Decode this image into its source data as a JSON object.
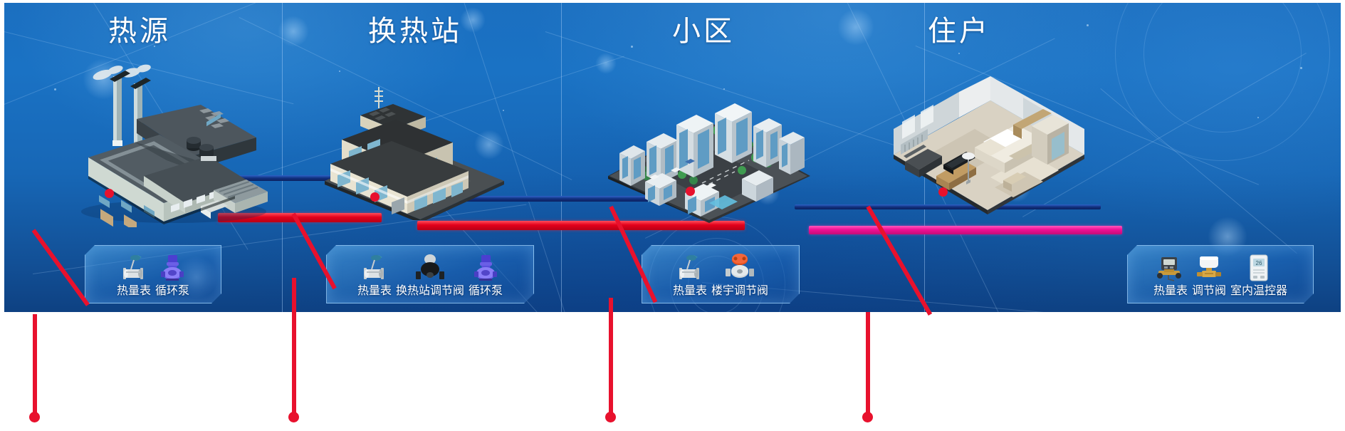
{
  "diagram": {
    "title_row": [
      "热源",
      "换热站",
      "小区",
      "住户"
    ],
    "sections": [
      {
        "id": "heat-source",
        "title": "热源",
        "artwork": "factory-plant",
        "devices": [
          {
            "name": "heat-meter-icon",
            "label": "热量表"
          },
          {
            "name": "circulation-pump-icon",
            "label": "循环泵"
          }
        ]
      },
      {
        "id": "heat-exchange-station",
        "title": "换热站",
        "artwork": "substation-building",
        "devices": [
          {
            "name": "heat-meter-icon",
            "label": "热量表"
          },
          {
            "name": "station-control-valve-icon",
            "label": "换热站调节阀"
          },
          {
            "name": "circulation-pump-icon",
            "label": "循环泵"
          }
        ]
      },
      {
        "id": "residential-district",
        "title": "小区",
        "artwork": "city-block",
        "devices": [
          {
            "name": "heat-meter-icon",
            "label": "热量表"
          },
          {
            "name": "building-control-valve-icon",
            "label": "楼宇调节阀"
          }
        ]
      },
      {
        "id": "household",
        "title": "住户",
        "artwork": "apartment-interior",
        "devices": [
          {
            "name": "heat-meter-icon",
            "label": "热量表"
          },
          {
            "name": "control-valve-icon",
            "label": "调节阀"
          },
          {
            "name": "room-thermostat-icon",
            "label": "室内温控器"
          }
        ]
      }
    ],
    "pipes": [
      {
        "name": "supply-pipe-source-to-station",
        "color": "#e3001b",
        "style": "red"
      },
      {
        "name": "return-pipe-source-to-station",
        "color": "#12307e",
        "style": "blue"
      },
      {
        "name": "supply-pipe-station-to-district",
        "color": "#e3001b",
        "style": "red"
      },
      {
        "name": "return-pipe-station-to-district",
        "color": "#12307e",
        "style": "blue"
      },
      {
        "name": "supply-pipe-district-to-household",
        "color": "#ef0f95",
        "style": "pink"
      },
      {
        "name": "return-pipe-district-to-household",
        "color": "#12307e",
        "style": "blue"
      }
    ],
    "callouts": [
      {
        "name": "callout-heat-source",
        "color": "#e8112d"
      },
      {
        "name": "callout-heat-exchange-station",
        "color": "#e8112d"
      },
      {
        "name": "callout-residential-district",
        "color": "#e8112d"
      },
      {
        "name": "callout-household",
        "color": "#e8112d"
      }
    ],
    "colors": {
      "background": "#1767b6",
      "banner_top": "#1b6fc0",
      "banner_bottom": "#0e4182",
      "accent_red": "#e8112d",
      "accent_pink": "#ef0f95",
      "accent_blue": "#12307e",
      "panel_border": "#a8d8ff",
      "text": "#ffffff"
    }
  }
}
